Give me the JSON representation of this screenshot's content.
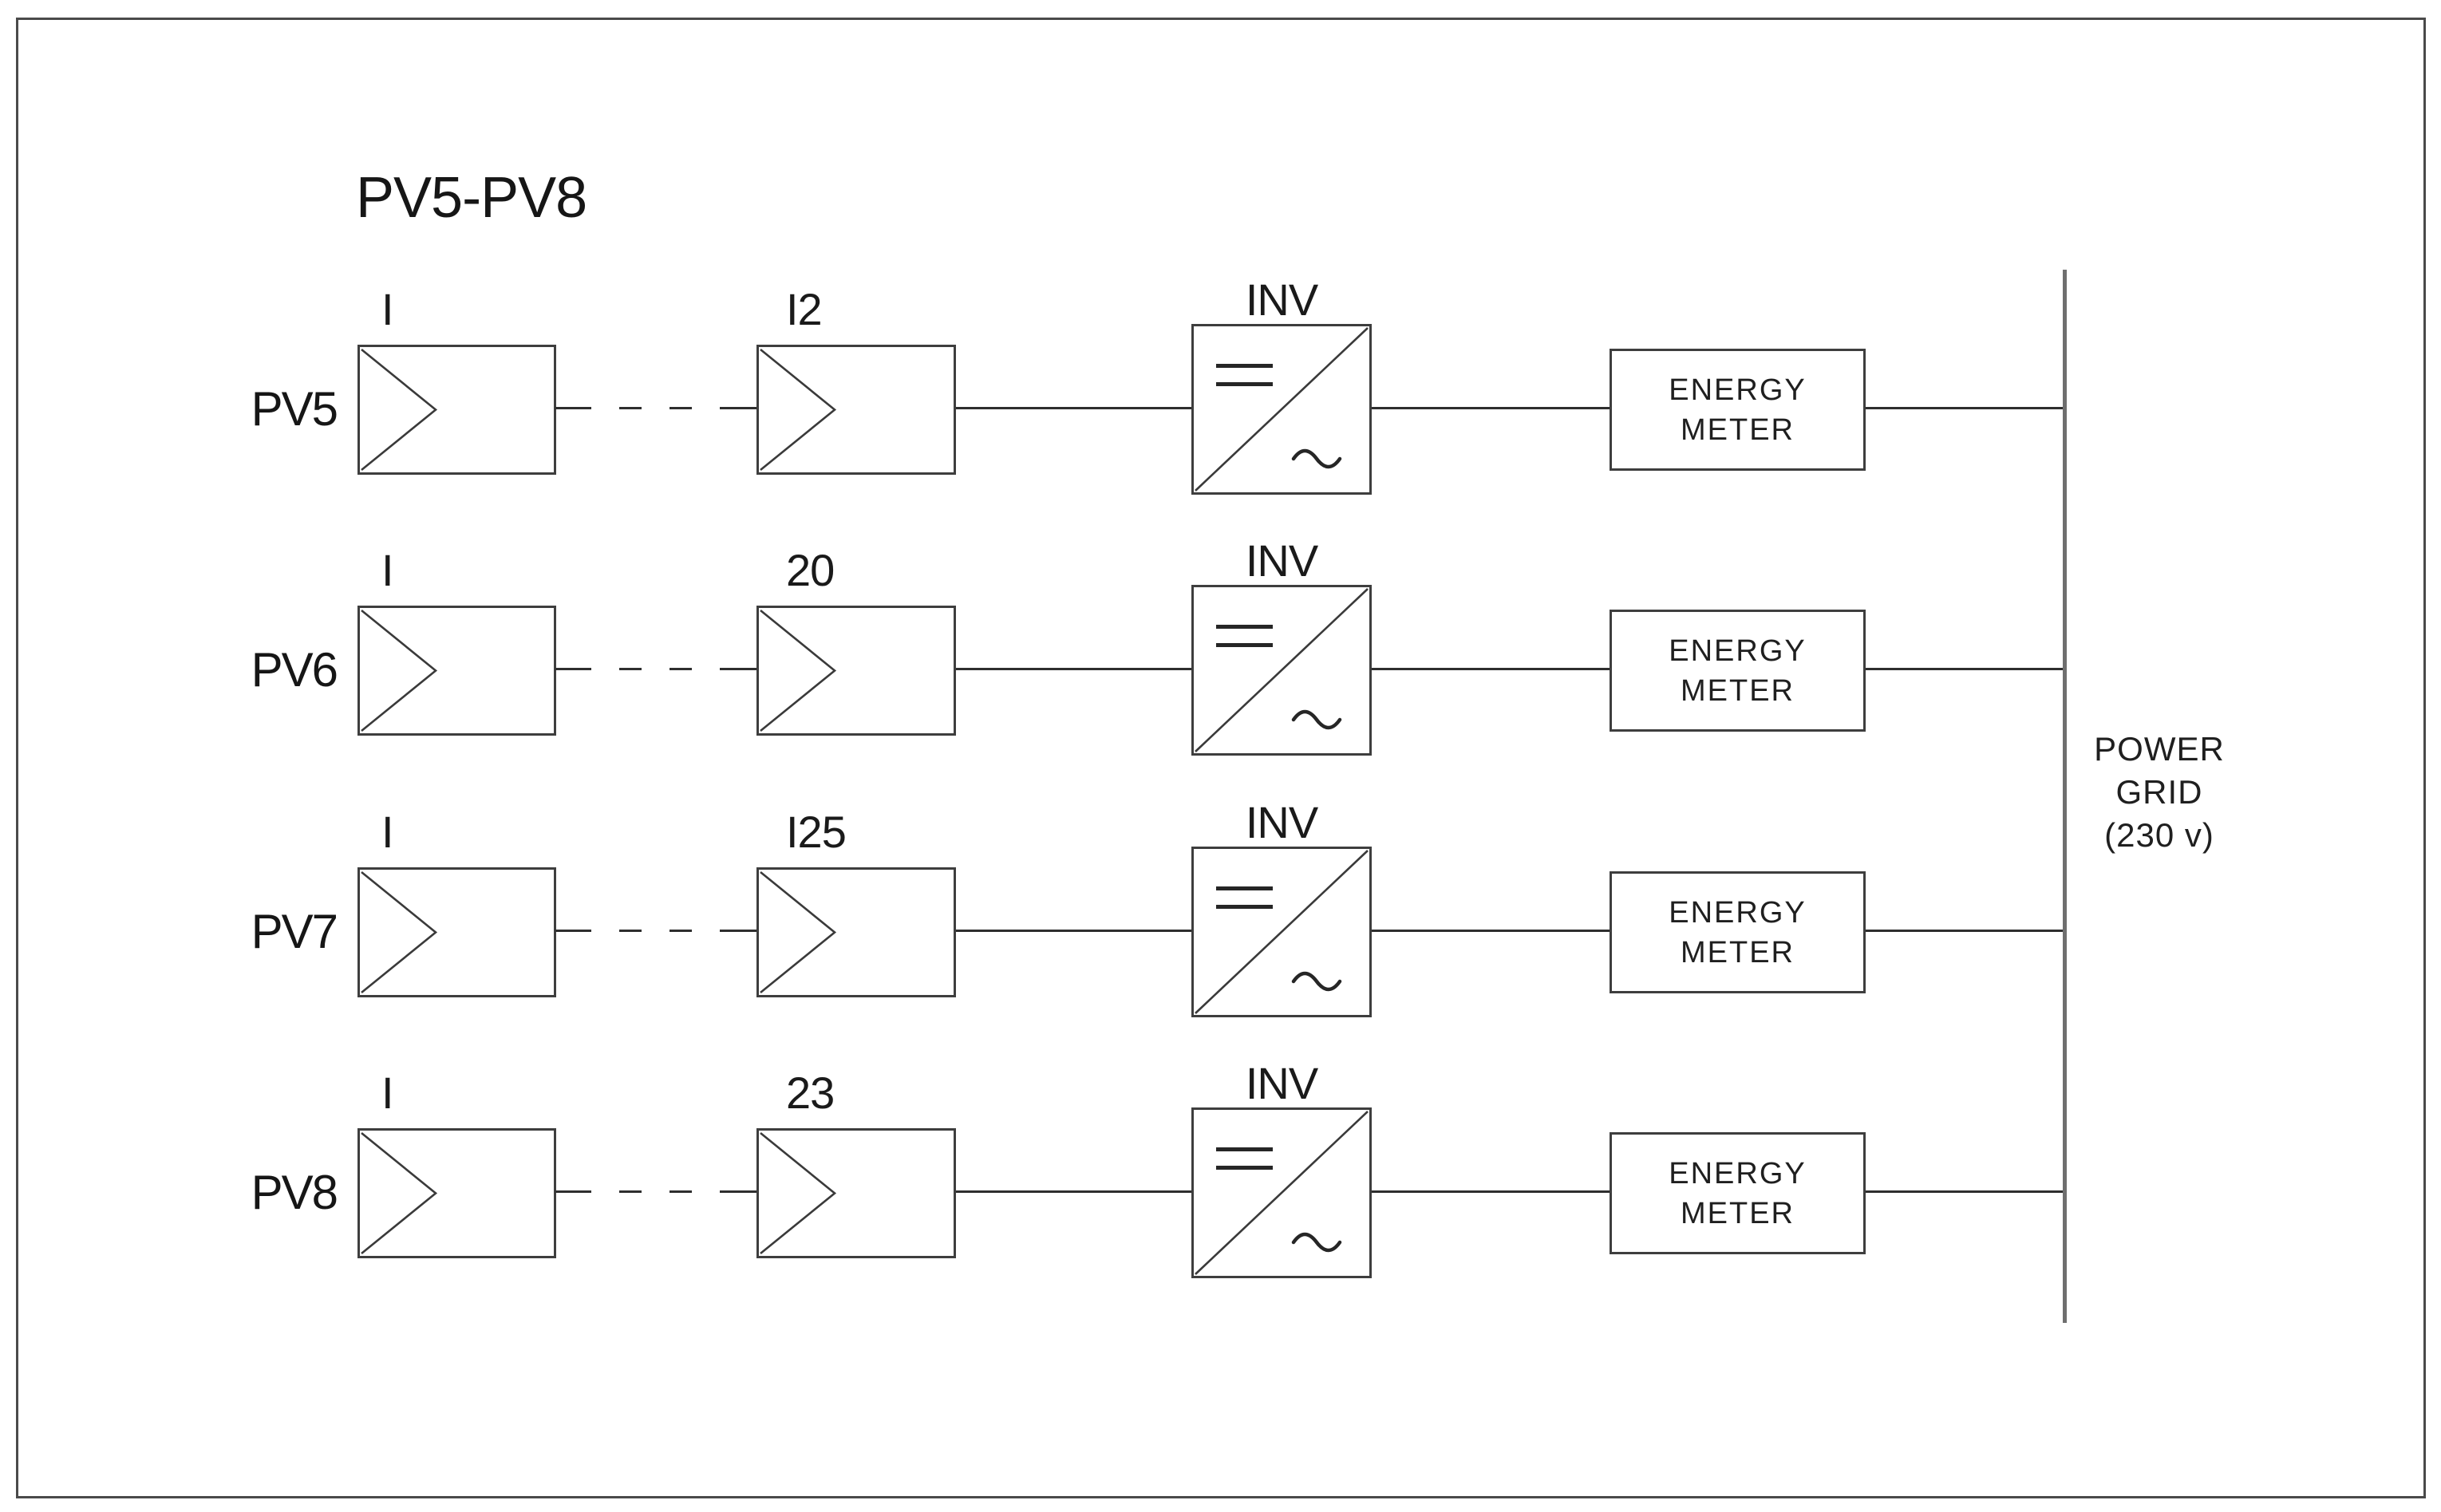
{
  "title": "PV5-PV8",
  "colors": {
    "background": "#ffffff",
    "line": "#2e2e2e",
    "box_border": "#3e3e3e",
    "bus": "#6f6f6f",
    "text": "#1d1d1d"
  },
  "symbols": {
    "pv_panel": "chevron-right",
    "inverter": "dc-ac-converter-diagonal",
    "dc_side": "double-bar",
    "ac_side": "sine-wave"
  },
  "power_grid": {
    "lines": [
      "POWER",
      "GRID",
      "(230 v)"
    ]
  },
  "rows": [
    {
      "source": "PV5",
      "first_label": "I",
      "last_label": "I2",
      "inverter_label": "INV",
      "meter_line1": "ENERGY",
      "meter_line2": "METER"
    },
    {
      "source": "PV6",
      "first_label": "I",
      "last_label": "20",
      "inverter_label": "INV",
      "meter_line1": "ENERGY",
      "meter_line2": "METER"
    },
    {
      "source": "PV7",
      "first_label": "I",
      "last_label": "I25",
      "inverter_label": "INV",
      "meter_line1": "ENERGY",
      "meter_line2": "METER"
    },
    {
      "source": "PV8",
      "first_label": "I",
      "last_label": "23",
      "inverter_label": "INV",
      "meter_line1": "ENERGY",
      "meter_line2": "METER"
    }
  ]
}
